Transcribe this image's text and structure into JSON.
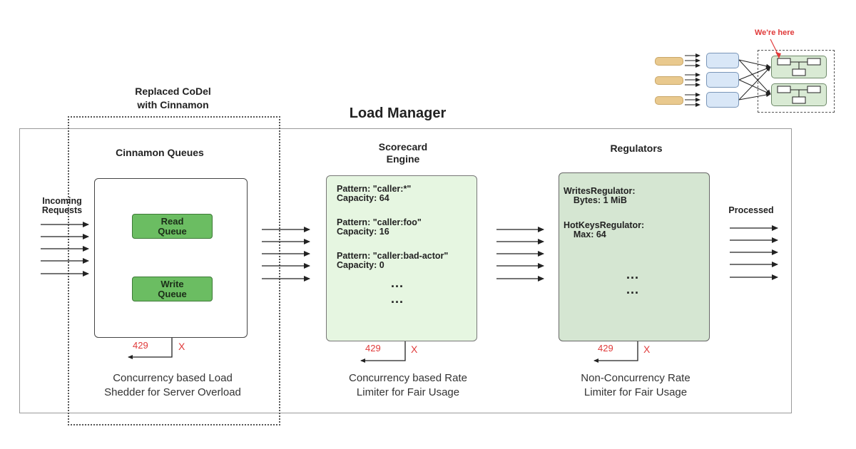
{
  "title": "Load Manager",
  "annotation": {
    "replaced": "Replaced CoDel\nwith Cinnamon",
    "were_here": "We're here"
  },
  "inputs": {
    "label": "Incoming\nRequests"
  },
  "output": {
    "label": "Processed"
  },
  "cinnamon": {
    "title": "Cinnamon Queues",
    "read_queue": "Read\nQueue",
    "write_queue": "Write\nQueue",
    "reject_code": "429",
    "reject_mark": "X",
    "caption": "Concurrency based Load\nShedder for Server Overload"
  },
  "scorecard": {
    "title": "Scorecard\nEngine",
    "pattern1": "Pattern: \"caller:*\"\nCapacity: 64",
    "pattern2": "Pattern: \"caller:foo\"\nCapacity: 16",
    "pattern3": "Pattern: \"caller:bad-actor\"\nCapacity: 0",
    "ellipsis1": "...",
    "ellipsis2": "...",
    "reject_code": "429",
    "reject_mark": "X",
    "caption": "Concurrency based Rate\nLimiter for Fair Usage"
  },
  "regulators": {
    "title": "Regulators",
    "writes": "WritesRegulator:\n    Bytes: 1 MiB",
    "hotkeys": "HotKeysRegulator:\n    Max: 64",
    "ellipsis1": "...",
    "ellipsis2": "...",
    "reject_code": "429",
    "reject_mark": "X",
    "caption": "Non-Concurrency Rate\nLimiter for Fair Usage"
  },
  "colors": {
    "queue_green": "#6bbd62",
    "scorecard_bg": "#e6f6e1",
    "regulators_bg": "#d5e6d2",
    "reject_red": "#e03a3a",
    "mini_blue": "#d9e7f7",
    "mini_pill": "#e9c98e"
  }
}
